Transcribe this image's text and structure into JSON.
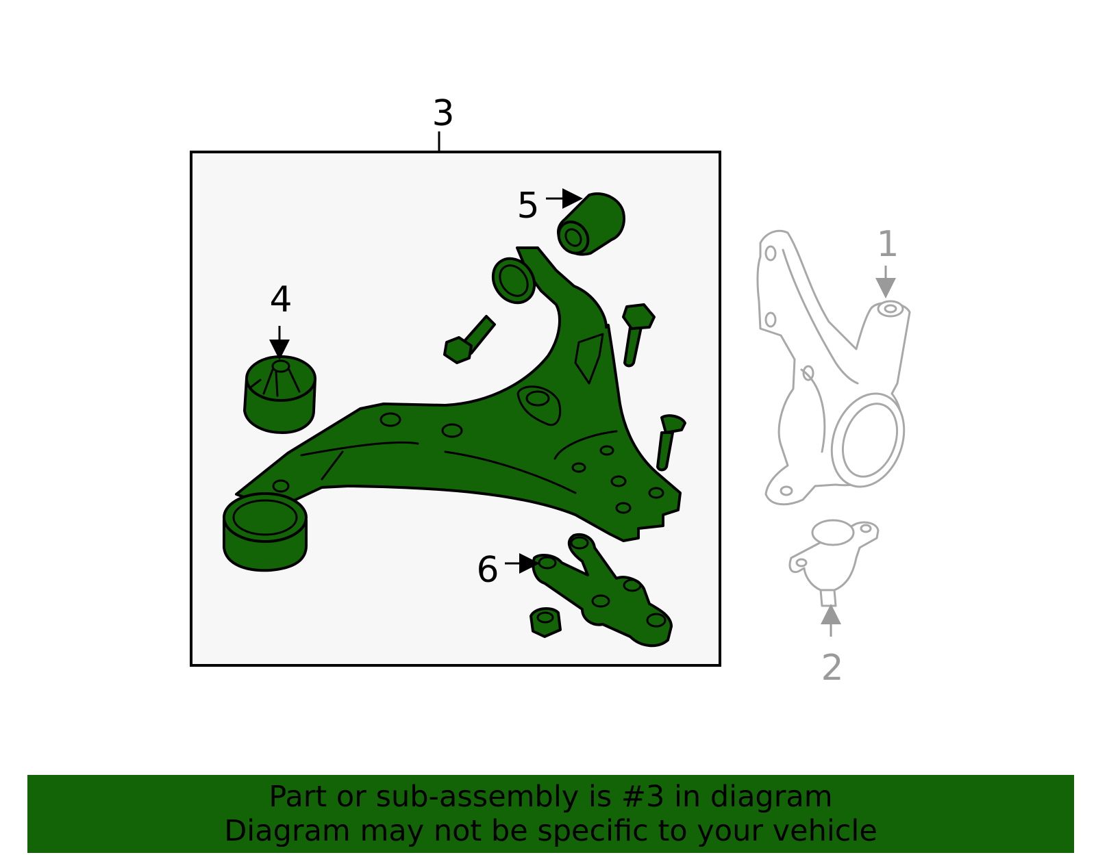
{
  "colors": {
    "part_fill": "#136307",
    "banner_fill": "#136307",
    "box_fill": "#f7f7f7",
    "ghost_stroke": "#a8a8a8"
  },
  "callouts": {
    "assembly": "3",
    "bushing_rear": "4",
    "bushing_front": "5",
    "ball_joint_bracket": "6",
    "knuckle": "1",
    "ball_joint": "2"
  },
  "banner": {
    "line1": "Part or sub-assembly is #3 in diagram",
    "line2": "Diagram may not be specific to your vehicle"
  }
}
